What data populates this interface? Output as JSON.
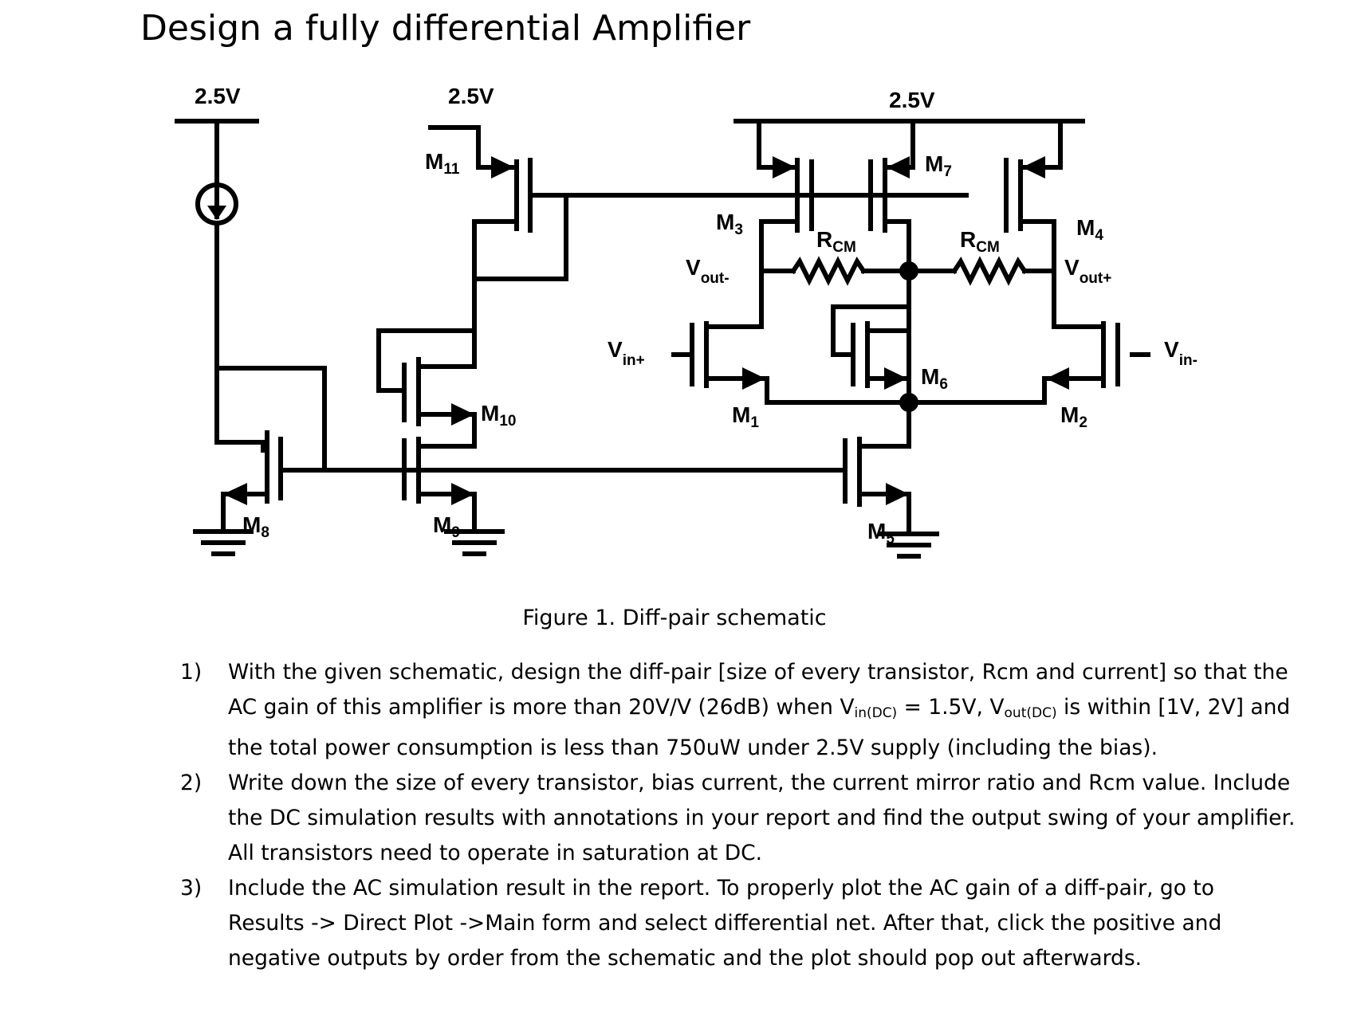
{
  "title": "Design a fully differential Amplifier",
  "schematic": {
    "supply_labels": [
      "2.5V",
      "2.5V",
      "2.5V"
    ],
    "transistors": {
      "m1": {
        "base": "M",
        "sub": "1"
      },
      "m2": {
        "base": "M",
        "sub": "2"
      },
      "m3": {
        "base": "M",
        "sub": "3"
      },
      "m4": {
        "base": "M",
        "sub": "4"
      },
      "m5": {
        "base": "M",
        "sub": "5"
      },
      "m6": {
        "base": "M",
        "sub": "6"
      },
      "m7": {
        "base": "M",
        "sub": "7"
      },
      "m8": {
        "base": "M",
        "sub": "8"
      },
      "m9": {
        "base": "M",
        "sub": "9"
      },
      "m10": {
        "base": "M",
        "sub": "10"
      },
      "m11": {
        "base": "M",
        "sub": "11"
      }
    },
    "resistors": [
      {
        "base": "R",
        "sub": "CM"
      },
      {
        "base": "R",
        "sub": "CM"
      }
    ],
    "nodes": {
      "vin_plus": {
        "base": "V",
        "sub": "in+"
      },
      "vin_minus": {
        "base": "V",
        "sub": "in-"
      },
      "vout_minus": {
        "base": "V",
        "sub": "out-"
      },
      "vout_plus": {
        "base": "V",
        "sub": "out+"
      }
    }
  },
  "caption": "Figure 1. Diff-pair schematic",
  "questions": [
    {
      "num": "1)",
      "text_a": "With the given schematic, design the diff-pair [size of every transistor, Rcm and current] so that the AC gain of this amplifier is more than 20V/V (26dB) when V",
      "sub_a": "in(DC)",
      "text_b": " = 1.5V, V",
      "sub_b": "out(DC)",
      "text_c": " is within [1V, 2V] and the total power consumption is less than 750uW under 2.5V supply (including the bias)."
    },
    {
      "num": "2)",
      "text": "Write down the size of every transistor, bias current, the current mirror ratio and Rcm value. Include the DC simulation results with annotations in your report and find the output swing of your amplifier. All transistors need to operate in saturation at DC."
    },
    {
      "num": "3)",
      "text": "Include the AC simulation result in the report. To properly plot the AC gain of a diff-pair, go to Results -> Direct Plot ->Main form and select differential net. After that, click the positive and negative outputs by order from the schematic and the plot should pop out afterwards."
    }
  ]
}
